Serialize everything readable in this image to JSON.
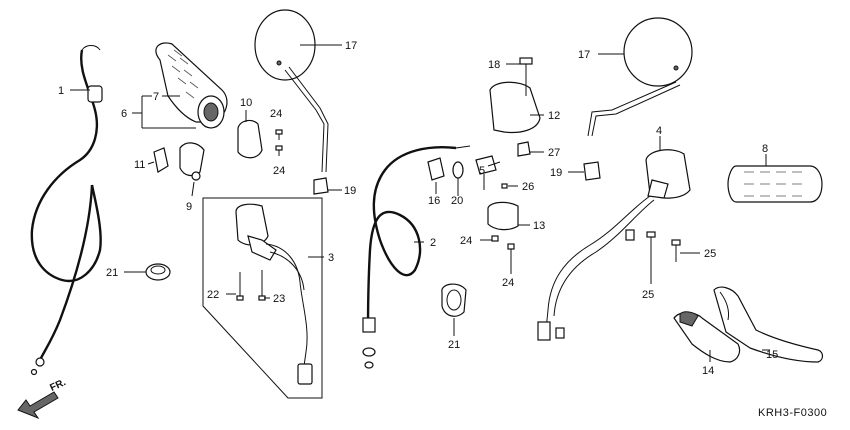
{
  "diagram": {
    "code": "KRH3-F0300",
    "direction_label": "FR.",
    "callouts": [
      {
        "id": "c1",
        "text": "1"
      },
      {
        "id": "c2",
        "text": "2"
      },
      {
        "id": "c3",
        "text": "3"
      },
      {
        "id": "c4",
        "text": "4"
      },
      {
        "id": "c5",
        "text": "5"
      },
      {
        "id": "c6",
        "text": "6"
      },
      {
        "id": "c7",
        "text": "7"
      },
      {
        "id": "c8",
        "text": "8"
      },
      {
        "id": "c9",
        "text": "9"
      },
      {
        "id": "c10",
        "text": "10"
      },
      {
        "id": "c11",
        "text": "11"
      },
      {
        "id": "c12",
        "text": "12"
      },
      {
        "id": "c13",
        "text": "13"
      },
      {
        "id": "c14",
        "text": "14"
      },
      {
        "id": "c15",
        "text": "15"
      },
      {
        "id": "c16",
        "text": "16"
      },
      {
        "id": "c17a",
        "text": "17"
      },
      {
        "id": "c17b",
        "text": "17"
      },
      {
        "id": "c18",
        "text": "18"
      },
      {
        "id": "c19a",
        "text": "19"
      },
      {
        "id": "c19b",
        "text": "19"
      },
      {
        "id": "c20",
        "text": "20"
      },
      {
        "id": "c21a",
        "text": "21"
      },
      {
        "id": "c21b",
        "text": "21"
      },
      {
        "id": "c22",
        "text": "22"
      },
      {
        "id": "c23",
        "text": "23"
      },
      {
        "id": "c24a",
        "text": "24"
      },
      {
        "id": "c24b",
        "text": "24"
      },
      {
        "id": "c24c",
        "text": "24"
      },
      {
        "id": "c24d",
        "text": "24"
      },
      {
        "id": "c25a",
        "text": "25"
      },
      {
        "id": "c25b",
        "text": "25"
      },
      {
        "id": "c26",
        "text": "26"
      },
      {
        "id": "c27",
        "text": "27"
      }
    ]
  }
}
